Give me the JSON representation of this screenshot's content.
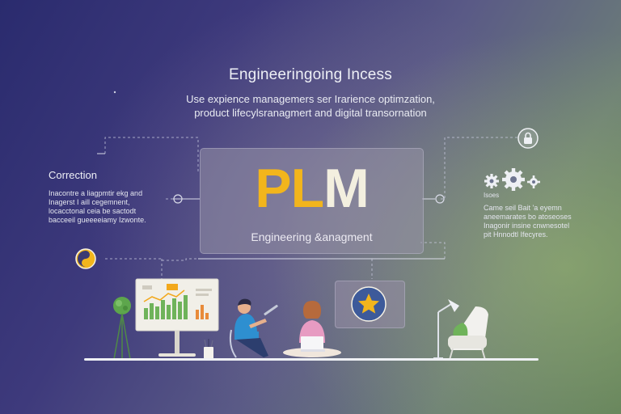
{
  "header": {
    "title": "Engineeringoing Incess",
    "subtitle_line1": "Use expience managemers ser Irarience optimzation,",
    "subtitle_line2": "product lifecylsranagmert and digital transornation"
  },
  "hero": {
    "logo_pl": "PL",
    "logo_m": "M",
    "caption": "Engineering &anagment"
  },
  "left_panel": {
    "heading": "Correction",
    "lines": [
      "Inacontre a liagpmtir ekg and",
      "Inagerst I aill cegemnent,",
      "locacctonal ceia be sactodt",
      "bacceeil gueeeeiamy Izwonte."
    ]
  },
  "right_panel": {
    "label": "Isoes",
    "lines": [
      "Came seil Bait 'a eyemn",
      "aneemarates bo atoseoses",
      "Inagonir insine cnwnesotel",
      "pit Hnnodtl Ifecyres."
    ]
  },
  "icons": [
    "lock-icon",
    "gear-icon",
    "yin-yang-icon",
    "star-icon",
    "analytics-monitor-icon",
    "plant-icon",
    "lamp-icon",
    "chair-icon"
  ],
  "colors": {
    "accent_yellow": "#f2b51c",
    "star_badge_blue": "#3d5a9a",
    "background_start": "#2a2b6e",
    "background_end": "#5c7a58"
  }
}
